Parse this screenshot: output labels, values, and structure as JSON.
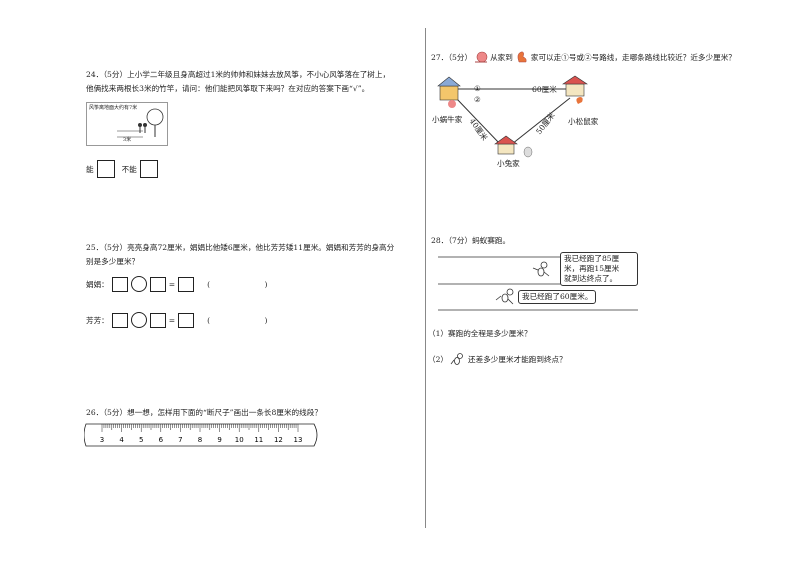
{
  "q24": {
    "text1": "24．（5分）上小学二年级且身高超过1米的帅帅和妹妹去放风筝，不小心风筝落在了树上，",
    "text2": "他俩找来两根长3米的竹竿，请问：他们能把风筝取下来吗？在对应的答案下画“√”。",
    "img_caption": "风筝离地面大约有7米",
    "img_measure": "3米",
    "can": "能",
    "cannot": "不能"
  },
  "q25": {
    "text1": "25．（5分）亮亮身高72厘米，娟娟比他矮6厘米，他比芳芳矮11厘米。娟娟和芳芳的身高分",
    "text2": "别是多少厘米？",
    "row1_label": "娟娟：",
    "row2_label": "芳芳：",
    "eq": "=",
    "paren": "( )"
  },
  "q26": {
    "text": "26．（5分）想一想，怎样用下面的“断尺子”画出一条长8厘米的线段？",
    "ruler_ticks": [
      "3",
      "4",
      "5",
      "6",
      "7",
      "8",
      "9",
      "10",
      "11",
      "12",
      "13"
    ]
  },
  "q27": {
    "num": "27．（5分）",
    "from": "从家到",
    "rest": "家可以走①号或②号路线，走哪条路线比较近？近多少厘米？",
    "route1": "①",
    "route2": "②",
    "dist_top": "60厘米",
    "dist_left": "40厘米",
    "dist_right": "50厘米",
    "snail_home": "小蜗牛家",
    "squirrel_home": "小松鼠家",
    "rabbit_home": "小兔家"
  },
  "q28": {
    "text": "28．（7分）蚂蚁赛跑。",
    "bubble1_l1": "我已经跑了85厘",
    "bubble1_l2": "米，再跑15厘米",
    "bubble1_l3": "就到达终点了。",
    "bubble2": "我已经跑了60厘米。",
    "sub1": "（1）赛跑的全程是多少厘米？",
    "sub2_pre": "（2）",
    "sub2_post": "还差多少厘米才能跑到终点？"
  }
}
